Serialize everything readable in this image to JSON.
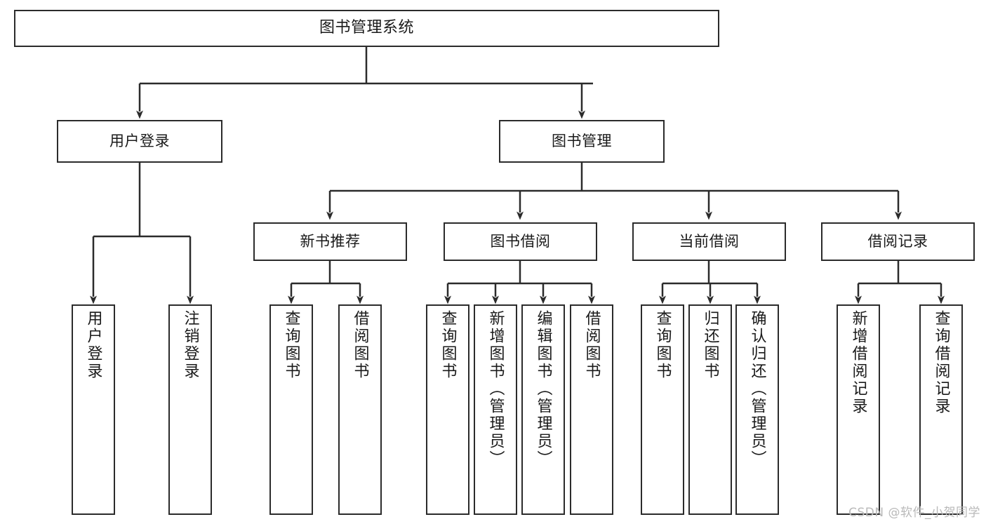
{
  "diagram": {
    "title": "图书管理系统",
    "type": "hierarchy-tree",
    "stroke_color": "#2b2b2b",
    "background_color": "#ffffff",
    "text_color": "#1a1a1a",
    "levels": [
      {
        "level": 1,
        "nodes": [
          {
            "id": "root",
            "label": "图书管理系统",
            "orientation": "horizontal"
          }
        ]
      },
      {
        "level": 2,
        "nodes": [
          {
            "id": "login",
            "label": "用户登录",
            "orientation": "horizontal",
            "parent": "root"
          },
          {
            "id": "bookmgmt",
            "label": "图书管理",
            "orientation": "horizontal",
            "parent": "root"
          }
        ]
      },
      {
        "level": 3,
        "nodes": [
          {
            "id": "newbook",
            "label": "新书推荐",
            "orientation": "horizontal",
            "parent": "bookmgmt"
          },
          {
            "id": "borrow",
            "label": "图书借阅",
            "orientation": "horizontal",
            "parent": "bookmgmt"
          },
          {
            "id": "current",
            "label": "当前借阅",
            "orientation": "horizontal",
            "parent": "bookmgmt"
          },
          {
            "id": "records",
            "label": "借阅记录",
            "orientation": "horizontal",
            "parent": "bookmgmt"
          }
        ]
      },
      {
        "level": 4,
        "nodes": [
          {
            "id": "leaf1",
            "label": "用户登录",
            "orientation": "vertical",
            "parent": "login"
          },
          {
            "id": "leaf2",
            "label": "注销登录",
            "orientation": "vertical",
            "parent": "login"
          },
          {
            "id": "leaf3",
            "label": "查询图书",
            "orientation": "vertical",
            "parent": "newbook"
          },
          {
            "id": "leaf4",
            "label": "借阅图书",
            "orientation": "vertical",
            "parent": "newbook"
          },
          {
            "id": "leaf5",
            "label": "查询图书",
            "orientation": "vertical",
            "parent": "borrow"
          },
          {
            "id": "leaf6",
            "label": "新增图书（管理员）",
            "orientation": "vertical",
            "parent": "borrow"
          },
          {
            "id": "leaf7",
            "label": "编辑图书（管理员）",
            "orientation": "vertical",
            "parent": "borrow"
          },
          {
            "id": "leaf8",
            "label": "借阅图书",
            "orientation": "vertical",
            "parent": "borrow"
          },
          {
            "id": "leaf9",
            "label": "查询图书",
            "orientation": "vertical",
            "parent": "current"
          },
          {
            "id": "leaf10",
            "label": "归还图书",
            "orientation": "vertical",
            "parent": "current"
          },
          {
            "id": "leaf11",
            "label": "确认归还（管理员）",
            "orientation": "vertical",
            "parent": "current"
          },
          {
            "id": "leaf12",
            "label": "新增借阅记录",
            "orientation": "vertical",
            "parent": "records"
          },
          {
            "id": "leaf13",
            "label": "查询借阅记录",
            "orientation": "vertical",
            "parent": "records"
          }
        ]
      }
    ]
  },
  "watermark": {
    "text": "CSDN @软件_小贺同学",
    "color": "#b9b9b9"
  }
}
